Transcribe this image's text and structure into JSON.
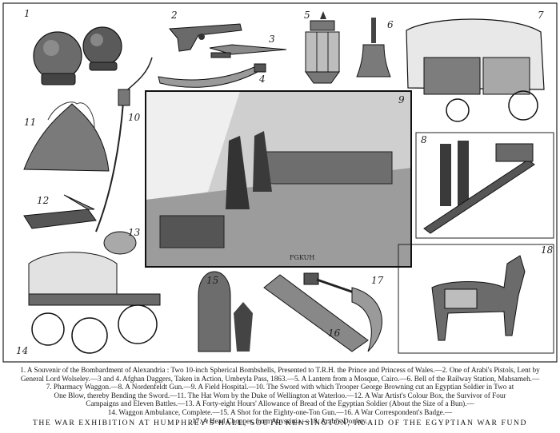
{
  "figure_numbers": [
    "1",
    "2",
    "3",
    "4",
    "5",
    "6",
    "7",
    "8",
    "9",
    "10",
    "11",
    "12",
    "13",
    "14",
    "15",
    "16",
    "17",
    "18"
  ],
  "signature": "FGKUH",
  "captions": [
    "1. A Souvenir of the Bombardment of Alexandria : Two 10-inch Spherical Bombshells, Presented to T.R.H. the Prince and Princess of Wales.—2. One of Arabi's Pistols, Lent by",
    "General Lord Wolseley.—3 and 4. Afghan Daggers, Taken in Action, Umbeyla Pass, 1863.—5. A Lantern from a Mosque, Cairo.—6. Bell of the Railway Station, Mahsameh.—",
    "7. Pharmacy Waggon.—8. A Nordenfeldt Gun.—9. A Field Hospital.—10. The Sword with which Trooper George Browning cut an Egyptian Soldier in Two at",
    "One Blow, thereby Bending the Sword.—11. The Hat Worn by the Duke of Wellington at Waterloo.—12. A War Artist's Colour Box, the Survivor of Four",
    "Campaigns and Eleven Battles.—13. A Forty-eight Hours' Allowance of Bread of the Egyptian Soldier (About the Size of a Bun).—",
    "14. Waggon Ambulance, Complete.—15. A Shot for the Eighty-one-Ton Gun.—16. A War Correspondent's Badge.—",
    "17. A Head Chopper, from Abyssinia.—18. Arabi's Donkey."
  ],
  "title": "THE WAR EXHIBITION AT HUMPHREY'S HALL, SOUTH KENSINGTON, IN AID OF THE EGYPTIAN WAR FUND",
  "colors": {
    "ink": "#1a1a1a",
    "paper": "#ffffff",
    "shade": "#8a8a8a"
  }
}
